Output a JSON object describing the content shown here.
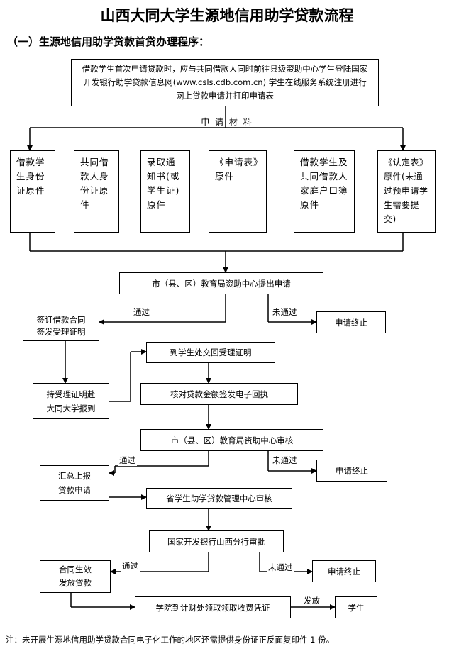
{
  "title": "山西大同大学生源地信用助学贷款流程",
  "subtitle": "（一）生源地信用助学贷款首贷办理程序：",
  "step_intro": "借款学生首次申请贷款时，应与共同借款人同时前往县级资助中心学生登陆国家开发银行助学贷款信息网(www.csls.cdb.com.cn) 学生在线服务系统注册进行网上贷款申请并打印申请表",
  "materials_label": "申 请   材 料",
  "materials": [
    "借款学生身份证原件",
    "共同借款人身份证原件",
    "录取通知书(或学生证)原件",
    "《申请表》原件",
    "借款学生及共同借款人家庭户口簿原件",
    "《认定表》原件(未通过预申请学生需要提交)"
  ],
  "step_apply": "市（县、区）教育局资助中心提出申请",
  "label_pass": "通过",
  "label_fail": "未通过",
  "step_sign": "签订借款合同\n签发受理证明",
  "step_terminate": "申请终止",
  "step_return_proof": "到学生处交回受理证明",
  "step_report": "持受理证明赴\n大同大学报到",
  "step_verify": "核对贷款金额签发电子回执",
  "step_review": "市（县、区）教育局资助中心审核",
  "step_summary": "汇总上报\n贷款申请",
  "step_province": "省学生助学贷款管理中心审核",
  "step_bank": "国家开发银行山西分行审批",
  "step_effective": "合同生效\n发放贷款",
  "step_collect": "学院到计财处领取领取收费凭证",
  "label_issue": "发放",
  "step_student": "学生",
  "note": "注：未开展生源地信用助学贷款合同电子化工作的地区还需提供身份证正反面复印件 1 份。"
}
